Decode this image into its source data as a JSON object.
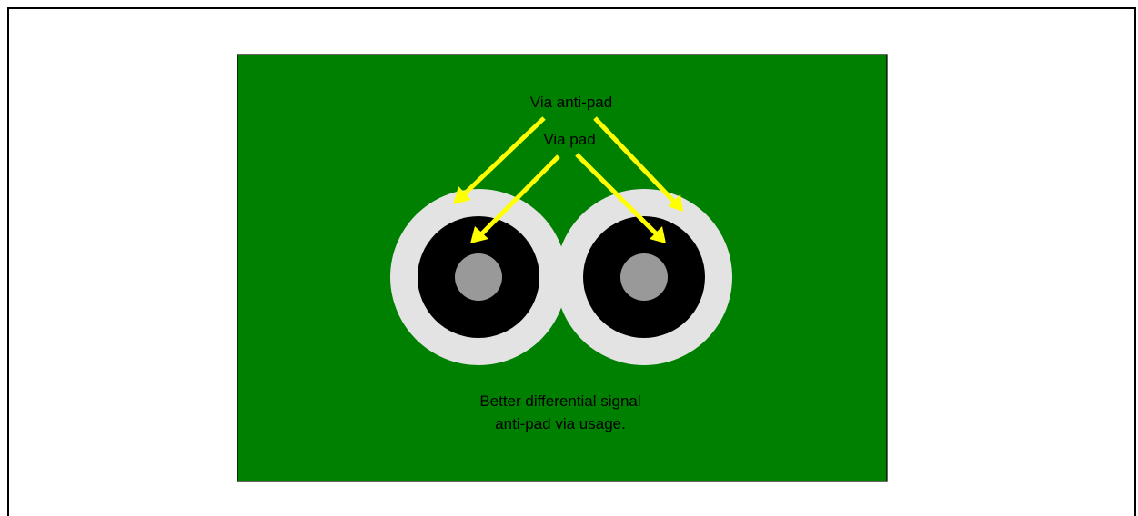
{
  "labels": {
    "anti_pad": "Via anti-pad",
    "pad": "Via pad",
    "caption_line1": "Better differential signal",
    "caption_line2": "anti-pad via usage."
  },
  "colors": {
    "board": "#008000",
    "anti_pad": "#e3e3e3",
    "pad": "#000000",
    "drill": "#999999",
    "arrow": "#ffff00"
  },
  "vias": [
    {
      "id": "left"
    },
    {
      "id": "right"
    }
  ]
}
